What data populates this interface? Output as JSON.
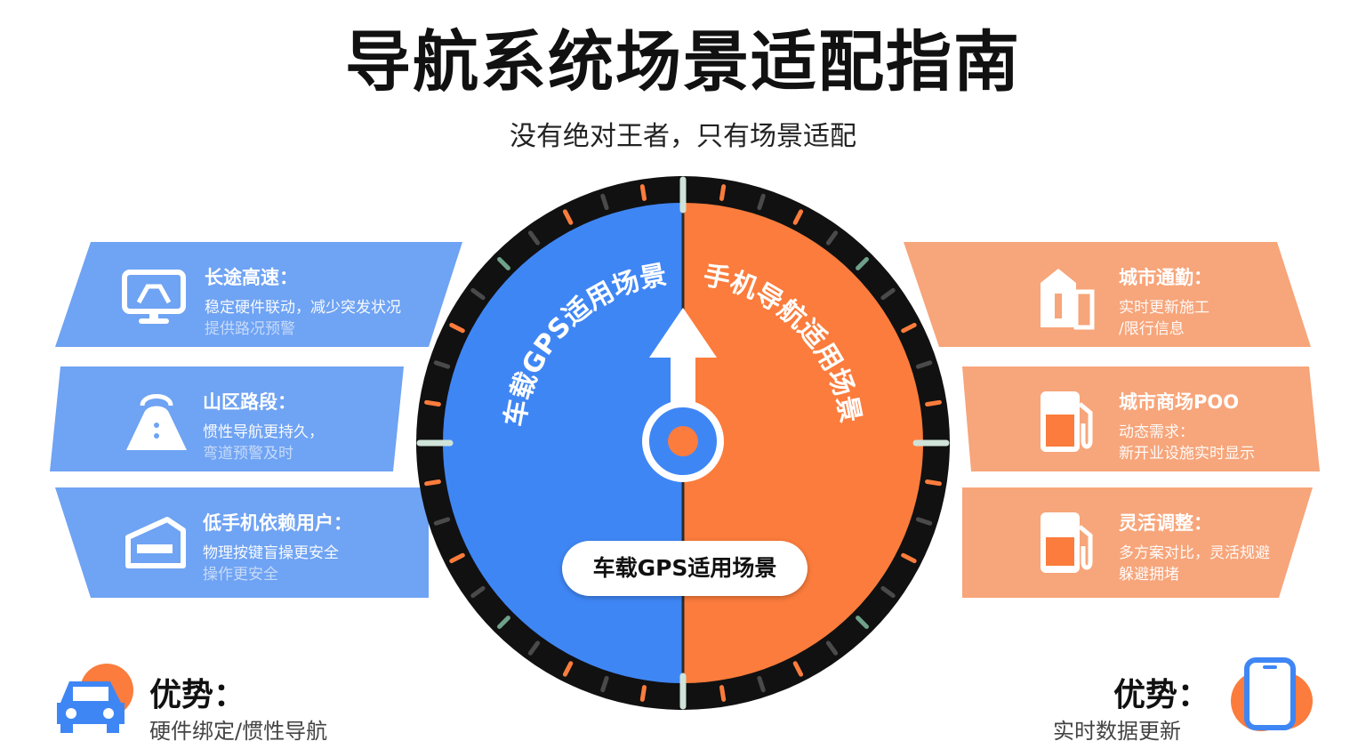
{
  "header": {
    "title": "导航系统场景适配指南",
    "subtitle": "没有绝对王者，只有场景适配"
  },
  "colors": {
    "blue": "#3f86f5",
    "blue_light": "#6fa3f3",
    "orange": "#fb7c3c",
    "orange_light": "#f7a57a",
    "ring": "#111111"
  },
  "dial": {
    "left_label": "车载GPS适用场景",
    "right_label": "手机导航适用场景",
    "pill_label": "车载GPS适用场景"
  },
  "left_cards": [
    {
      "icon": "monitor-icon",
      "title": "长途高速：",
      "lines": [
        "稳定硬件联动，减少突发状况",
        "提供路况预警"
      ]
    },
    {
      "icon": "mountain-icon",
      "title": "山区路段：",
      "lines": [
        "惯性导航更持久，",
        "弯道预警及时"
      ]
    },
    {
      "icon": "device-icon",
      "title": "低手机依赖用户：",
      "lines": [
        "物理按键盲操更安全",
        "操作更安全"
      ]
    }
  ],
  "right_cards": [
    {
      "icon": "building-icon",
      "title": "城市通勤：",
      "lines": [
        "实时更新施工",
        "/限行信息"
      ]
    },
    {
      "icon": "fuel-pump-icon",
      "title": "城市商场POO",
      "lines": [
        "动态需求：",
        "新开业设施实时显示"
      ]
    },
    {
      "icon": "fuel-pump-icon",
      "title": "灵活调整：",
      "lines": [
        "多方案对比，灵活规避",
        "躲避拥堵"
      ]
    }
  ],
  "advantages": {
    "left": {
      "icon": "car-icon",
      "heading": "优势：",
      "text": "硬件绑定/惯性导航"
    },
    "right": {
      "icon": "phone-icon",
      "heading": "优势：",
      "text": "实时数据更新"
    }
  }
}
